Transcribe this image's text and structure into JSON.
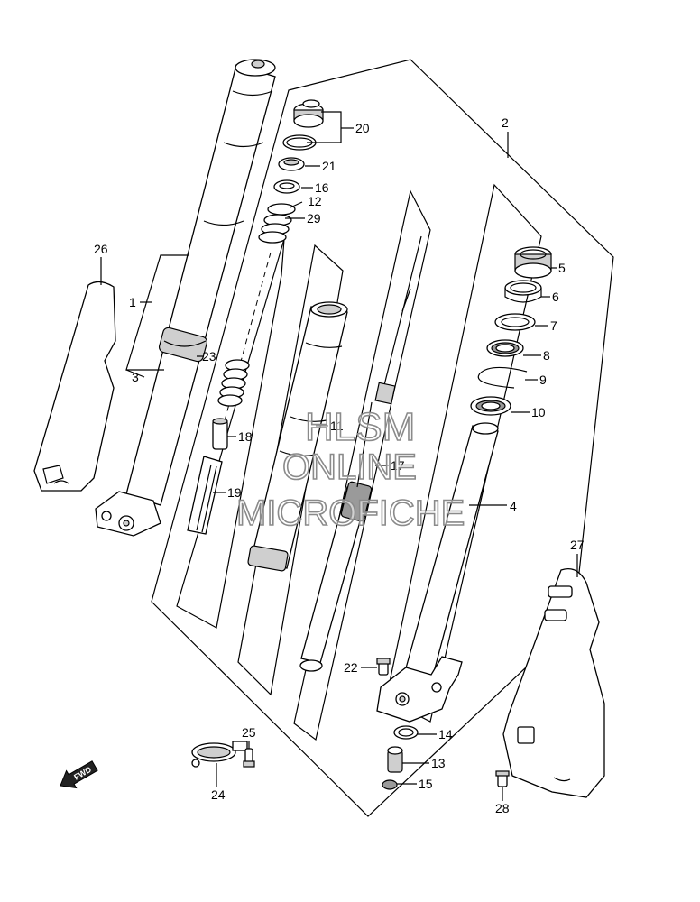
{
  "diagram": {
    "callouts": [
      "1",
      "2",
      "3",
      "4",
      "5",
      "6",
      "7",
      "8",
      "9",
      "10",
      "11",
      "12",
      "13",
      "14",
      "15",
      "16",
      "17",
      "18",
      "19",
      "20",
      "21",
      "22",
      "23",
      "24",
      "25",
      "26",
      "27",
      "28",
      "29"
    ],
    "watermark": {
      "line1": "HLSM",
      "line2": "ONLINE",
      "line3": "MICROFICHE"
    },
    "direction_arrow": "FWD"
  }
}
